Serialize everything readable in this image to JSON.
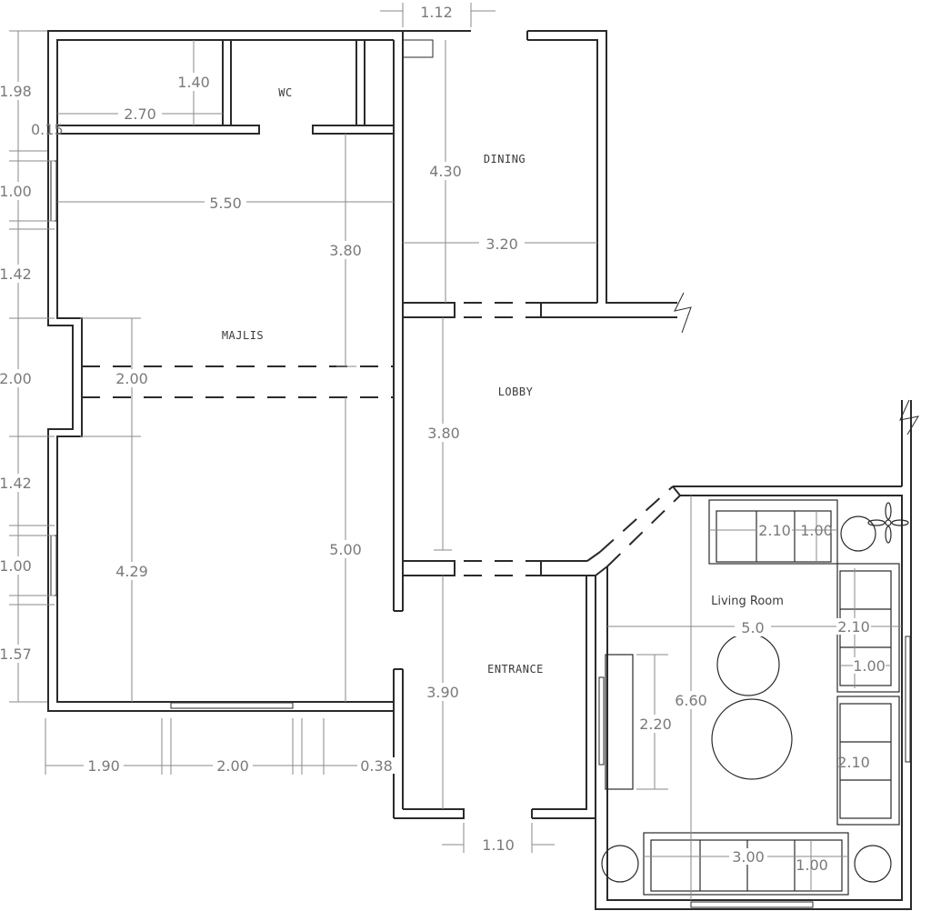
{
  "rooms": {
    "wc": "WC",
    "dining": "DINING",
    "majlis": "MAJLIS",
    "lobby": "LOBBY",
    "entrance": "ENTRANCE",
    "living_room": "Living Room"
  },
  "dimensions": {
    "top_opening": "1.12",
    "wc_height": "1.40",
    "wc_width": "2.70",
    "left_1": "1.98",
    "left_2": "0.15",
    "left_3": "1.00",
    "left_4": "1.42",
    "left_5": "2.00",
    "left_6": "1.42",
    "left_7": "1.00",
    "left_8": "1.57",
    "majlis_width": "5.50",
    "majlis_upper": "3.80",
    "majlis_opening": "2.00",
    "majlis_lower_left": "4.29",
    "majlis_lower": "5.00",
    "bottom_1": "1.90",
    "bottom_2": "2.00",
    "bottom_3": "0.38",
    "dining_depth": "4.30",
    "dining_width": "3.20",
    "lobby_depth": "3.80",
    "entrance_depth": "3.90",
    "entrance_opening": "1.10",
    "lr_width": "5.0",
    "lr_depth": "6.60",
    "sofa_top_len": "2.10",
    "sofa_top_depth": "1.00",
    "sofa_right_top": "2.10",
    "sofa_right_depth": "1.00",
    "sofa_right_bottom": "2.10",
    "tv_len": "2.20",
    "sofa_bottom_len": "3.00",
    "sofa_bottom_depth": "1.00"
  }
}
